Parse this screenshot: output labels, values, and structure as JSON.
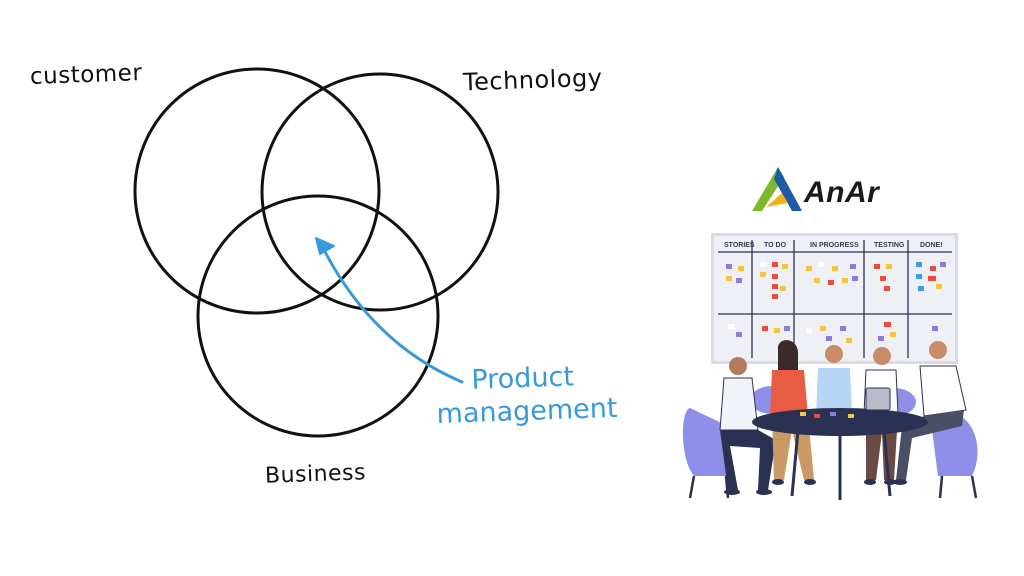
{
  "diagram": {
    "labels": {
      "customer": "customer",
      "technology": "Technology",
      "business": "Business"
    },
    "annotation": {
      "line1": "Product",
      "line2": "management"
    },
    "colors": {
      "ink": "#111111",
      "accent": "#3a9ad9"
    }
  },
  "logo": {
    "text": "AnAr",
    "icon": "anar-logo-icon",
    "colors": {
      "green": "#7ab928",
      "blue": "#1e5aa8",
      "yellow": "#f2b21c"
    }
  },
  "kanban": {
    "columns": [
      "STORIES",
      "TO DO",
      "IN PROGRESS",
      "TESTING",
      "DONE!"
    ]
  },
  "illustration": {
    "icon": "team-meeting-illustration"
  }
}
